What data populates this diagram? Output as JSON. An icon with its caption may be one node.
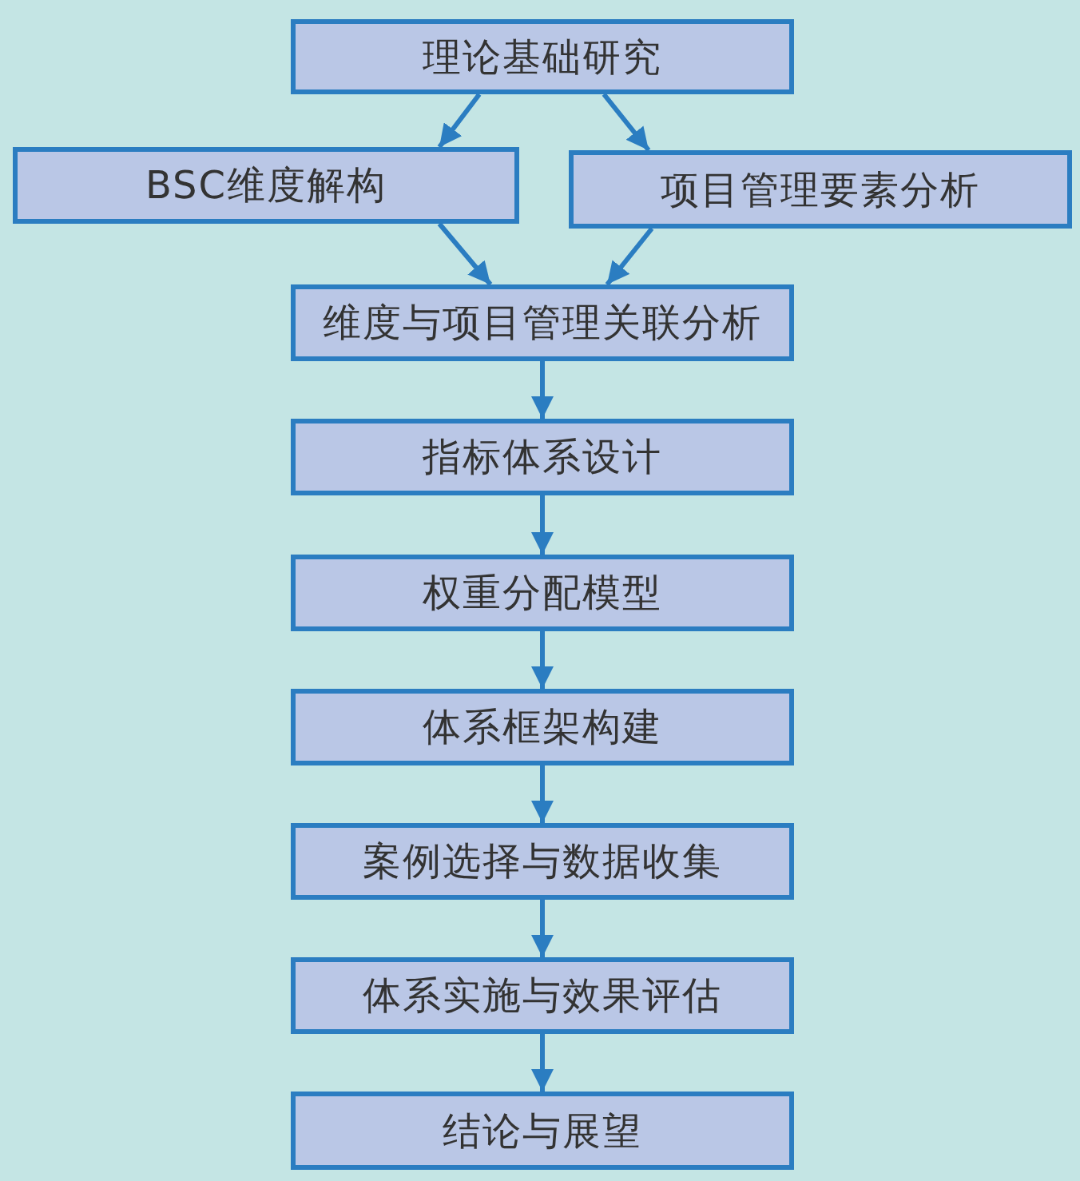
{
  "diagram": {
    "nodes": [
      {
        "text": [
          "理论基础研究"
        ]
      },
      {
        "text": [
          "BSC维度解构"
        ]
      },
      {
        "text": [
          "项目管理要素分析"
        ]
      },
      {
        "text": [
          "维度与项目管理关联分析"
        ]
      },
      {
        "text": [
          "指标体系设计"
        ]
      },
      {
        "text": [
          "权重分配模型"
        ]
      },
      {
        "text": [
          "体系框架构建"
        ]
      },
      {
        "text": [
          "案例选择与数据收集"
        ]
      },
      {
        "text": [
          "体系实施与效果评估"
        ]
      },
      {
        "text": [
          "结论与展望"
        ]
      }
    ],
    "edges": [
      {
        "from": 0,
        "to": 1,
        "arrow": "to"
      },
      {
        "from": 0,
        "to": 2,
        "arrow": "to"
      },
      {
        "from": 1,
        "to": 3,
        "arrow": "to"
      },
      {
        "from": 2,
        "to": 3,
        "arrow": "to"
      },
      {
        "from": 3,
        "to": 4,
        "arrow": "to"
      },
      {
        "from": 4,
        "to": 5,
        "arrow": "to"
      },
      {
        "from": 5,
        "to": 6,
        "arrow": "to"
      },
      {
        "from": 6,
        "to": 7,
        "arrow": "to"
      },
      {
        "from": 7,
        "to": 8,
        "arrow": "to"
      },
      {
        "from": 8,
        "to": 9,
        "arrow": "to"
      }
    ]
  }
}
